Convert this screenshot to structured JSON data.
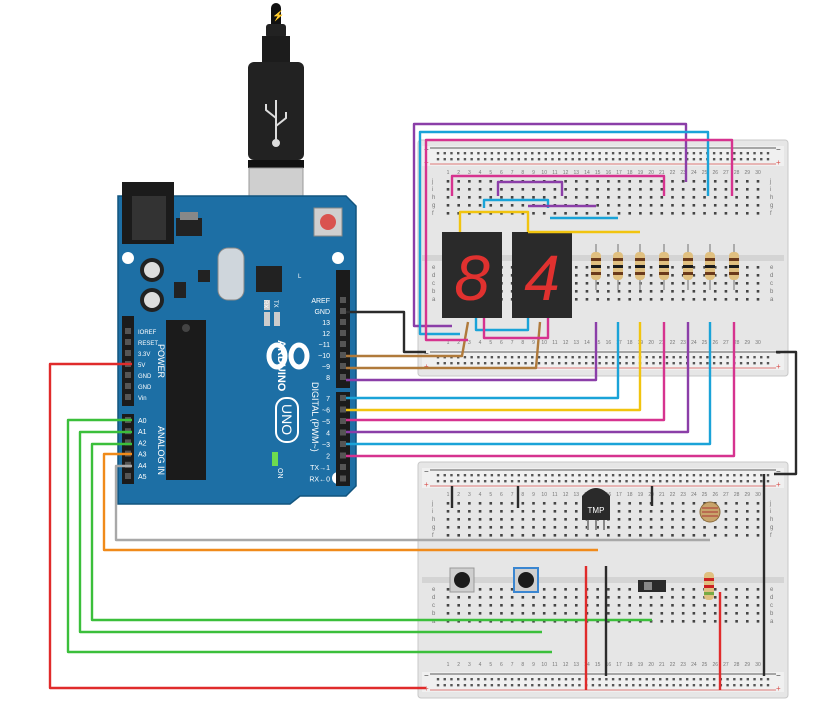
{
  "arduino": {
    "brand": "ARDUINO",
    "model": "UNO",
    "on_label": "ON",
    "l_label": "L",
    "tx_label": "TX",
    "rx_label": "RX",
    "digital_label": "DIGITAL (PWM~)",
    "analog_label": "ANALOG IN",
    "power_label": "POWER",
    "power_pins": [
      "IOREF",
      "RESET",
      "3.3V",
      "5V",
      "GND",
      "GND",
      "Vin"
    ],
    "analog_pins": [
      "A0",
      "A1",
      "A2",
      "A3",
      "A4",
      "A5"
    ],
    "digital_top": [
      "AREF",
      "GND",
      "13",
      "12",
      "~11",
      "~10",
      "~9",
      "8"
    ],
    "digital_bottom": [
      "7",
      "~6",
      "~5",
      "4",
      "~3",
      "2",
      "TX→1",
      "RX←0"
    ]
  },
  "breadboard": {
    "columns": [
      "1",
      "2",
      "3",
      "4",
      "5",
      "6",
      "7",
      "8",
      "9",
      "10",
      "11",
      "12",
      "13",
      "14",
      "15",
      "16",
      "17",
      "18",
      "19",
      "20",
      "21",
      "22",
      "23",
      "24",
      "25",
      "26",
      "27",
      "28",
      "29",
      "30"
    ],
    "rows_top": [
      "f",
      "g",
      "h",
      "i",
      "j"
    ],
    "rows_bottom": [
      "a",
      "b",
      "c",
      "d",
      "e"
    ],
    "plus": "+",
    "minus": "−"
  },
  "temp_sensor": {
    "label": "TMP"
  },
  "displays": [
    {
      "digit": "8",
      "color": "#e0312f"
    },
    {
      "digit": "4",
      "color": "#e0312f"
    }
  ],
  "colors": {
    "board": "#1d6fa5",
    "red_wire": "#e02b2b",
    "black_wire": "#2b2b2b",
    "purple_wire": "#8b3ea8",
    "blue_wire": "#1aa3d8",
    "pink_wire": "#d6338f",
    "yellow_wire": "#f1c40f",
    "orange_wire": "#f08a1a",
    "gray_wire": "#a8a8a8",
    "brown_wire": "#b07a3b",
    "green_wire": "#3bbf3b"
  }
}
